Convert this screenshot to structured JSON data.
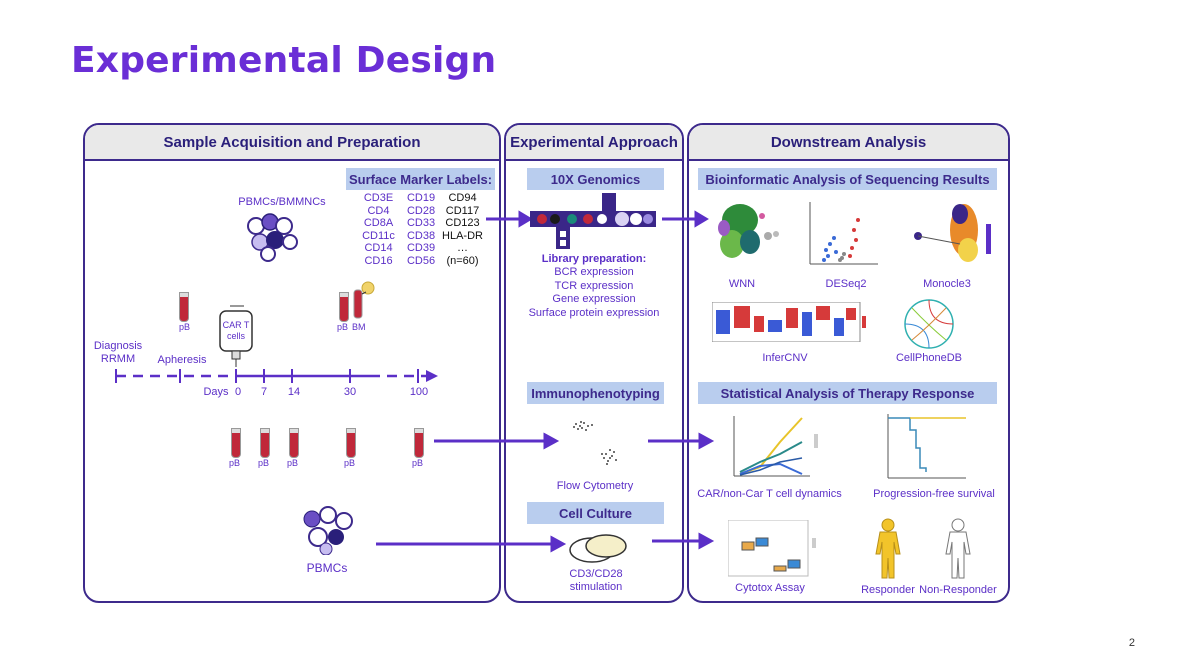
{
  "title": "Experimental Design",
  "page_number": "2",
  "panels": {
    "sample": "Sample Acquisition and Preparation",
    "approach": "Experimental Approach",
    "downstream": "Downstream Analysis"
  },
  "surface_markers": {
    "header": "Surface Marker Labels:",
    "col1": [
      "CD3E",
      "CD4",
      "CD8A",
      "CD11c",
      "CD14",
      "CD16"
    ],
    "col2": [
      "CD19",
      "CD28",
      "CD33",
      "CD38",
      "CD39",
      "CD56"
    ],
    "col3": [
      "CD94",
      "CD117",
      "CD123",
      "HLA-DR",
      "…",
      "(n=60)"
    ]
  },
  "sample": {
    "pbmcs_bmmncs": "PBMCs/BMMNCs",
    "diagnosis": "Diagnosis",
    "rrmm": "RRMM",
    "apheresis": "Apheresis",
    "car_t": "CAR T",
    "cells": "cells",
    "pb": "pB",
    "bm": "BM",
    "days_label": "Days",
    "days": [
      "0",
      "7",
      "14",
      "30",
      "100"
    ],
    "pbmcs": "PBMCs"
  },
  "approach": {
    "genomics": "10X Genomics",
    "library_title": "Library preparation:",
    "library_items": [
      "BCR expression",
      "TCR expression",
      "Gene expression",
      "Surface protein expression"
    ],
    "immuno": "Immunophenotyping",
    "flow": "Flow Cytometry",
    "culture": "Cell Culture",
    "stim1": "CD3/CD28",
    "stim2": "stimulation"
  },
  "downstream": {
    "bioinfo": "Bioinformatic Analysis of Sequencing Results",
    "wnn": "WNN",
    "deseq": "DESeq2",
    "monocle": "Monocle3",
    "infercnv": "InferCNV",
    "cellphone": "CellPhoneDB",
    "stat": "Statistical Analysis of Therapy Response",
    "dynamics": "CAR/non-Car T cell dynamics",
    "pfs": "Progression-free survival",
    "cytotox": "Cytotox Assay",
    "responder": "Responder",
    "nonresponder": "Non-Responder"
  },
  "colors": {
    "brand": "#6a2ed6",
    "arrow": "#5b2fc7",
    "panel_border": "#3d2a8c",
    "header_blue": "#b9cdee"
  }
}
